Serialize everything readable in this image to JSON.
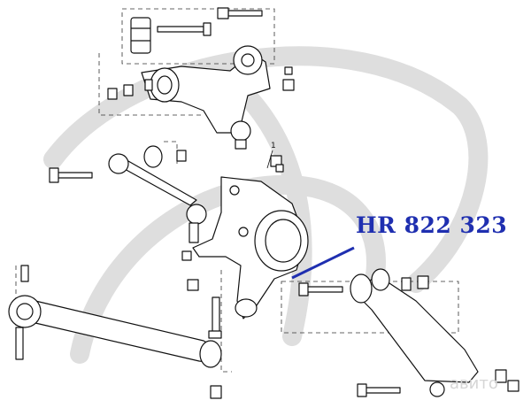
{
  "diagram": {
    "part_number": "HR 822 323",
    "callout": "1",
    "watermark_text": "авито"
  },
  "colors": {
    "label": "#1f2fb0",
    "leader_line": "#1f2fb0",
    "line_art": "#111111",
    "watermark": "#d9d9d9"
  }
}
